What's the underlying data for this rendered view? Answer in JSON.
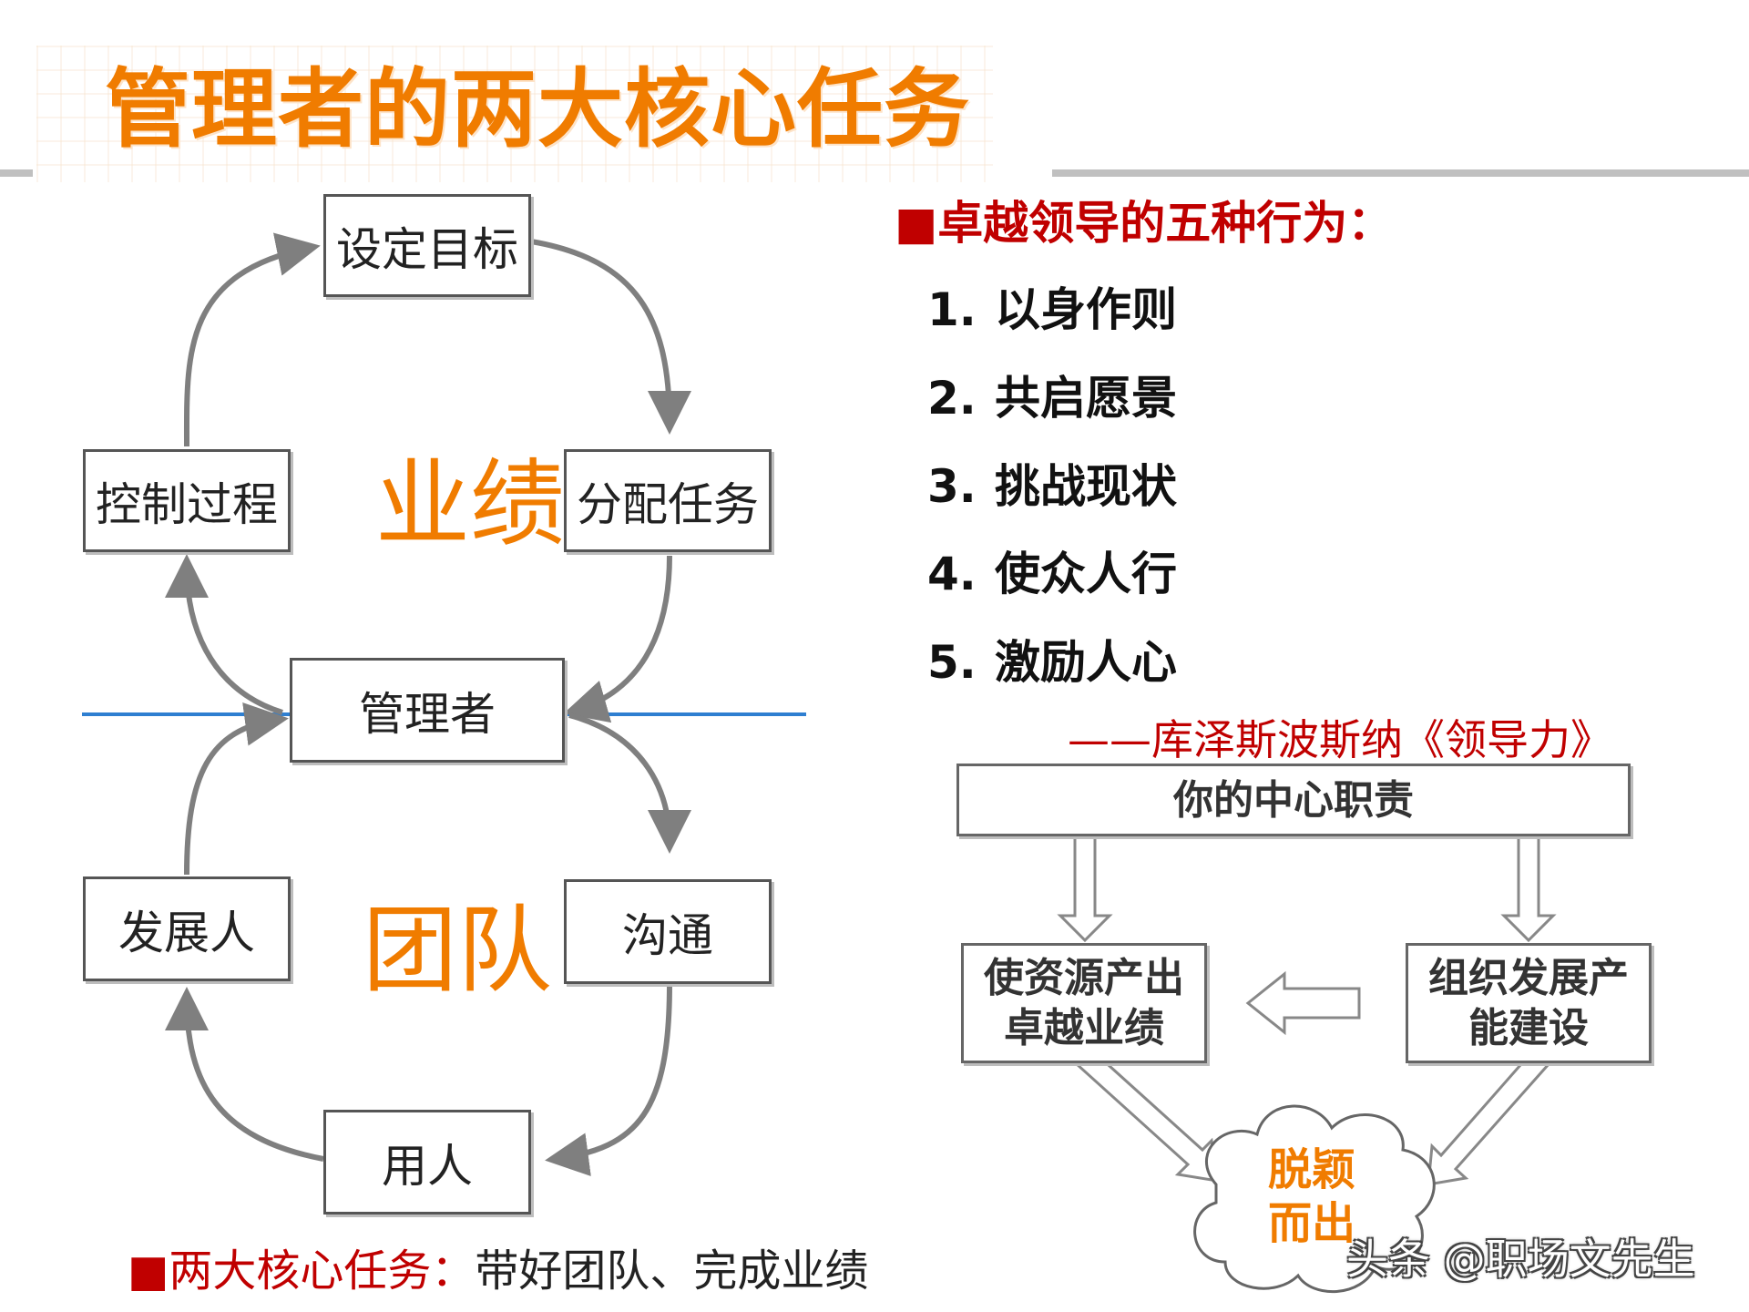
{
  "title": "管理者的两大核心任务",
  "cycle": {
    "top_box": "设定目标",
    "left_box": "控制过程",
    "right_box": "分配任务",
    "center_box": "管理者",
    "lower_left_box": "发展人",
    "lower_right_box": "沟通",
    "bottom_box": "用人",
    "upper_word": "业绩",
    "lower_word": "团队"
  },
  "caption": {
    "marker": "■",
    "label": "两大核心任务：",
    "text": "带好团队、完成业绩"
  },
  "leadership": {
    "marker": "■",
    "heading": "卓越领导的五种行为：",
    "items": [
      {
        "num": "1.",
        "text": "以身作则"
      },
      {
        "num": "2.",
        "text": "共启愿景"
      },
      {
        "num": "3.",
        "text": "挑战现状"
      },
      {
        "num": "4.",
        "text": "使众人行"
      },
      {
        "num": "5.",
        "text": "激励人心"
      }
    ],
    "attribution": "——库泽斯波斯纳《领导力》"
  },
  "role_diagram": {
    "top_box": "你的中心职责",
    "left_box_line1": "使资源产出",
    "left_box_line2": "卓越业绩",
    "right_box_line1": "组织发展产",
    "right_box_line2": "能建设",
    "cloud_line1": "脱颖",
    "cloud_line2": "而出"
  },
  "watermark": "头条 @职场文先生",
  "colors": {
    "title": "#f07c00",
    "accent_red": "#c00000",
    "divider_blue": "#2e7fd1",
    "arrow_gray": "#808080"
  }
}
